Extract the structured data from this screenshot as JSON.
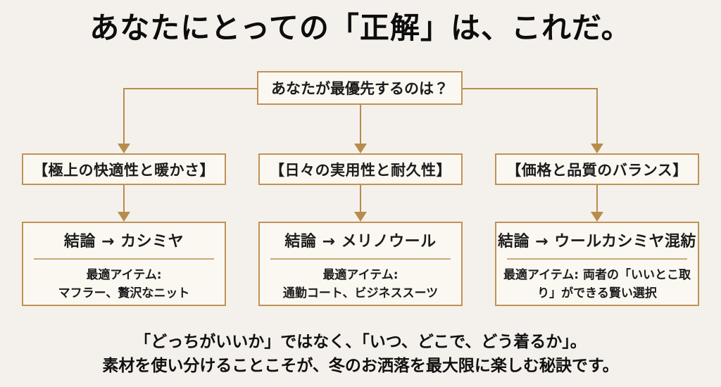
{
  "colors": {
    "bg": "#f4f1ec",
    "box": "#fbf8f2",
    "accent": "#bf9355",
    "arrow": "#b78c4d",
    "divider": "#c9a878",
    "text": "#1c1c1c"
  },
  "title": "あなたにとっての「正解」は、これだ。",
  "flowchart": {
    "root_question": "あなたが最優先するのは？",
    "branches": [
      {
        "criterion": "【極上の快適性と暖かさ】",
        "conclusion": "結論 → カシミヤ",
        "items": "最適アイテム:\nマフラー、贅沢なニット"
      },
      {
        "criterion": "【日々の実用性と耐久性】",
        "conclusion": "結論 → メリノウール",
        "items": "最適アイテム:\n通勤コート、ビジネススーツ"
      },
      {
        "criterion": "【価格と品質のバランス】",
        "conclusion": "結論 → ウールカシミヤ混紡",
        "items": "最適アイテム: 両者の「いいとこ取り」ができる賢い選択"
      }
    ]
  },
  "footer": {
    "line1": "「どっちがいいか」ではなく、「いつ、どこで、どう着るか」。",
    "line2": "素材を使い分けることこそが、冬のお洒落を最大限に楽しむ秘訣です。"
  }
}
